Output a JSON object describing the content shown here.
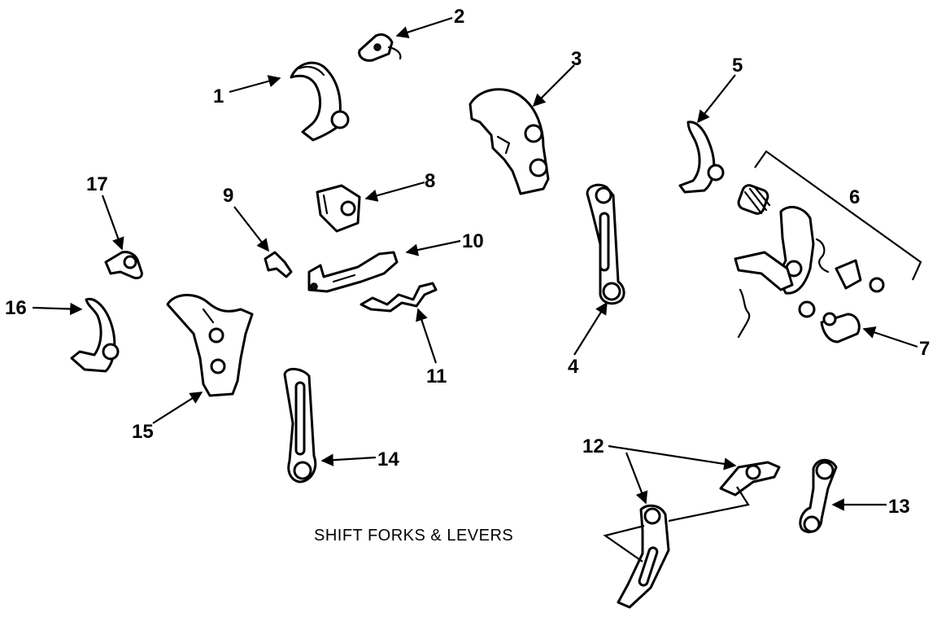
{
  "diagram": {
    "caption": "SHIFT FORKS & LEVERS",
    "callouts": [
      "1",
      "2",
      "3",
      "4",
      "5",
      "6",
      "7",
      "8",
      "9",
      "10",
      "11",
      "12",
      "13",
      "14",
      "15",
      "16",
      "17"
    ]
  }
}
